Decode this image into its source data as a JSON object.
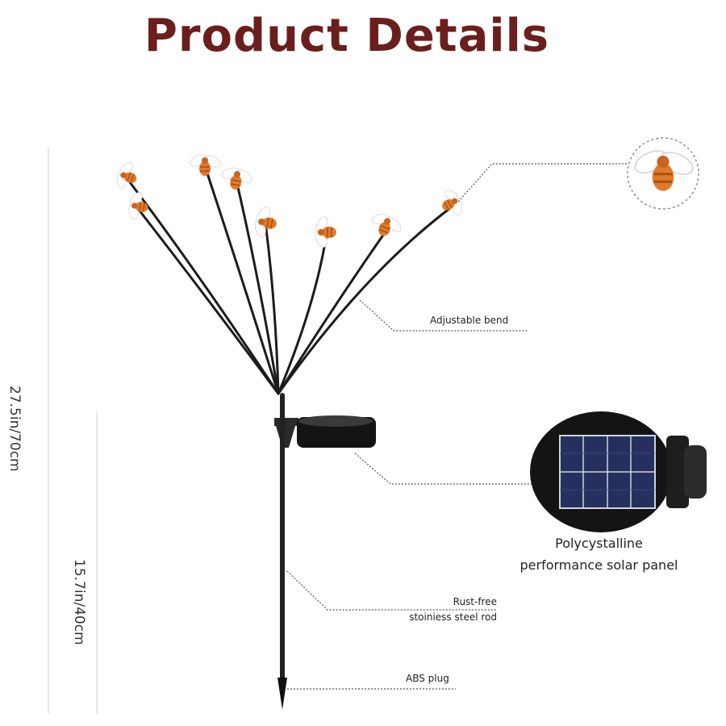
{
  "title": "Product Details",
  "dimensions": {
    "total_height": "27.5in/70cm",
    "rod_height": "15.7in/40cm"
  },
  "callouts": {
    "adjustable_bend": "Adjustable bend",
    "solar_panel_line1": "Polycystalline",
    "solar_panel_line2": "performance solar panel",
    "rod_line1": "Rust-free",
    "rod_line2": "stoiniess steel rod",
    "plug": "ABS plug"
  },
  "colors": {
    "title": "#6b1f1c",
    "bee_body": "#e07a2a",
    "wing": "#ffffff",
    "stem": "#1c1c1c",
    "panel_cell": "#1f2a5a"
  },
  "icons": [
    "bee-icon",
    "solar-panel-icon"
  ]
}
